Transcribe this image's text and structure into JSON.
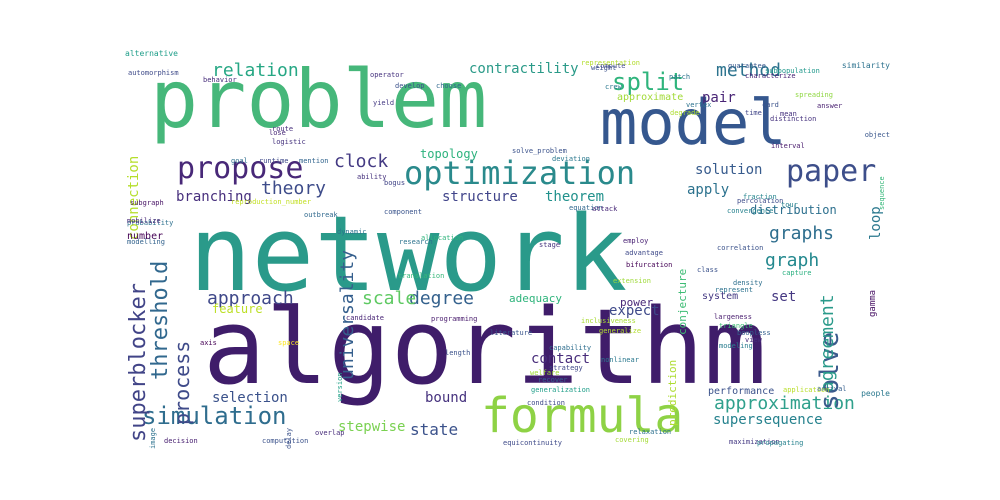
{
  "words": [
    {
      "text": "network",
      "color": "#2a9a8a"
    },
    {
      "text": "algorithm",
      "color": "#3f1d6a"
    },
    {
      "text": "problem",
      "color": "#46b77a"
    },
    {
      "text": "model",
      "color": "#35578e"
    },
    {
      "text": "formula",
      "color": "#8ed245"
    },
    {
      "text": "optimization",
      "color": "#2a8a8c"
    },
    {
      "text": "paper",
      "color": "#3d4e8a"
    },
    {
      "text": "propose",
      "color": "#482878"
    },
    {
      "text": "simulation",
      "color": "#2f6d8e"
    },
    {
      "text": "approximation",
      "color": "#2fa08c"
    },
    {
      "text": "solve",
      "color": "#3b5a8c"
    },
    {
      "text": "threshold",
      "color": "#31688e"
    },
    {
      "text": "superblocker",
      "color": "#414487"
    },
    {
      "text": "process",
      "color": "#3e4a89"
    },
    {
      "text": "universality",
      "color": "#355f8d"
    },
    {
      "text": "agreement",
      "color": "#2a9a8a"
    },
    {
      "text": "graphs",
      "color": "#2e6e8e"
    },
    {
      "text": "graph",
      "color": "#23888e"
    },
    {
      "text": "theory",
      "color": "#3e4c8a"
    },
    {
      "text": "clock",
      "color": "#443a83"
    },
    {
      "text": "split",
      "color": "#2fb47c"
    },
    {
      "text": "method",
      "color": "#2c738e"
    },
    {
      "text": "relation",
      "color": "#26a784"
    },
    {
      "text": "contractility",
      "color": "#2a9a88"
    },
    {
      "text": "structure",
      "color": "#40448a"
    },
    {
      "text": "theorem",
      "color": "#21918c"
    },
    {
      "text": "approach",
      "color": "#3f4889"
    },
    {
      "text": "degree",
      "color": "#34618d"
    },
    {
      "text": "scale",
      "color": "#5ec962"
    },
    {
      "text": "state",
      "color": "#3b528b"
    },
    {
      "text": "stepwise",
      "color": "#7ad151"
    },
    {
      "text": "supersequence",
      "color": "#26828e"
    },
    {
      "text": "contact",
      "color": "#472c7a"
    },
    {
      "text": "bound",
      "color": "#46327e"
    },
    {
      "text": "selection",
      "color": "#3b528b"
    },
    {
      "text": "pair",
      "color": "#482475"
    },
    {
      "text": "solution",
      "color": "#375b8d"
    },
    {
      "text": "apply",
      "color": "#2c728e"
    },
    {
      "text": "expect",
      "color": "#3e4989"
    },
    {
      "text": "set",
      "color": "#453882"
    },
    {
      "text": "branching",
      "color": "#472f7d"
    },
    {
      "text": "distribution",
      "color": "#2d708e"
    },
    {
      "text": "connection",
      "color": "#b5de2b"
    },
    {
      "text": "loop",
      "color": "#2a788e"
    },
    {
      "text": "approximate",
      "color": "#a2da37"
    },
    {
      "text": "topology",
      "color": "#2db27d"
    },
    {
      "text": "adequacy",
      "color": "#2fb47c"
    },
    {
      "text": "power",
      "color": "#482878"
    },
    {
      "text": "system",
      "color": "#443983"
    },
    {
      "text": "performance",
      "color": "#3b528b"
    },
    {
      "text": "conjecture",
      "color": "#3dbc74"
    },
    {
      "text": "prediction",
      "color": "#addc30"
    },
    {
      "text": "number",
      "color": "#440154"
    },
    {
      "text": "feature",
      "color": "#bddf26"
    },
    {
      "text": "gamma",
      "color": "#471164"
    },
    {
      "text": "people",
      "color": "#2a788e"
    },
    {
      "text": "similarity",
      "color": "#2c728e"
    },
    {
      "text": "automorphism",
      "color": "#3e4a89"
    },
    {
      "text": "behavior",
      "color": "#472d7b"
    },
    {
      "text": "operator",
      "color": "#46337e"
    },
    {
      "text": "compute",
      "color": "#404588"
    },
    {
      "text": "guarantee",
      "color": "#38588c"
    },
    {
      "text": "subpopulation",
      "color": "#1f988b"
    },
    {
      "text": "sequence",
      "color": "#35b779"
    },
    {
      "text": "develop",
      "color": "#3b528b"
    },
    {
      "text": "choose",
      "color": "#31688e"
    },
    {
      "text": "yield",
      "color": "#443983"
    },
    {
      "text": "answer",
      "color": "#481f70"
    },
    {
      "text": "object",
      "color": "#39568c"
    },
    {
      "text": "solve_problem",
      "color": "#3b528b"
    },
    {
      "text": "deviation",
      "color": "#2a788e"
    },
    {
      "text": "probability",
      "color": "#2d708e"
    },
    {
      "text": "modelling",
      "color": "#33638d"
    },
    {
      "text": "subgraph",
      "color": "#471365"
    },
    {
      "text": "dynamic",
      "color": "#2c738e"
    },
    {
      "text": "allocation",
      "color": "#2fb47c"
    },
    {
      "text": "stage",
      "color": "#46327e"
    },
    {
      "text": "employ",
      "color": "#482173"
    },
    {
      "text": "advantage",
      "color": "#3e4989"
    },
    {
      "text": "bifurcation",
      "color": "#440154"
    },
    {
      "text": "correlation",
      "color": "#3b528b"
    },
    {
      "text": "convergence",
      "color": "#26828e"
    },
    {
      "text": "percolation",
      "color": "#3e4c8a"
    },
    {
      "text": "capture",
      "color": "#29af7f"
    },
    {
      "text": "density",
      "color": "#2e6f8e"
    },
    {
      "text": "translation",
      "color": "#35b779"
    },
    {
      "text": "literature",
      "color": "#39558c"
    },
    {
      "text": "programming",
      "color": "#481b6d"
    },
    {
      "text": "candidate",
      "color": "#482475"
    },
    {
      "text": "version",
      "color": "#1fa187"
    },
    {
      "text": "research",
      "color": "#2c738e"
    },
    {
      "text": "component",
      "color": "#3a548c"
    },
    {
      "text": "equation",
      "color": "#31688e"
    },
    {
      "text": "attack",
      "color": "#482878"
    },
    {
      "text": "fraction",
      "color": "#25858e"
    },
    {
      "text": "spreading",
      "color": "#90d743"
    },
    {
      "text": "largeness",
      "color": "#481c6e"
    },
    {
      "text": "triangle",
      "color": "#3dbc74"
    },
    {
      "text": "inclusiveness",
      "color": "#a8db34"
    },
    {
      "text": "boopless",
      "color": "#34608d"
    },
    {
      "text": "generalize",
      "color": "#b2dd2d"
    },
    {
      "text": "represent",
      "color": "#2c728e"
    },
    {
      "text": "capability",
      "color": "#2e6e8e"
    },
    {
      "text": "modeling",
      "color": "#287d8e"
    },
    {
      "text": "strategy",
      "color": "#3f4889"
    },
    {
      "text": "view",
      "color": "#472f7d"
    },
    {
      "text": "nonlinear",
      "color": "#2a788e"
    },
    {
      "text": "length",
      "color": "#3b528b"
    },
    {
      "text": "welfare",
      "color": "#a0da39"
    },
    {
      "text": "recover",
      "color": "#34618d"
    },
    {
      "text": "generalization",
      "color": "#1f9e89"
    },
    {
      "text": "application",
      "color": "#b8de29"
    },
    {
      "text": "arrival",
      "color": "#355f8d"
    },
    {
      "text": "condition",
      "color": "#3e4989"
    },
    {
      "text": "overlap",
      "color": "#472c7a"
    },
    {
      "text": "decision",
      "color": "#482071"
    },
    {
      "text": "computation",
      "color": "#3b528b"
    },
    {
      "text": "equicontinuity",
      "color": "#3e4a89"
    },
    {
      "text": "covering",
      "color": "#a5db36"
    },
    {
      "text": "relaxation",
      "color": "#2d708e"
    },
    {
      "text": "maximization",
      "color": "#443983"
    },
    {
      "text": "propagating",
      "color": "#26828e"
    },
    {
      "text": "space",
      "color": "#fde725"
    },
    {
      "text": "delay",
      "color": "#3b528b"
    },
    {
      "text": "image",
      "color": "#2c728e"
    },
    {
      "text": "axis",
      "color": "#440154"
    },
    {
      "text": "logistic",
      "color": "#46337e"
    },
    {
      "text": "goal",
      "color": "#2e6e8e"
    },
    {
      "text": "runtime",
      "color": "#3e4989"
    },
    {
      "text": "mention",
      "color": "#32658e"
    },
    {
      "text": "route",
      "color": "#472f7d"
    },
    {
      "text": "ability",
      "color": "#46327e"
    },
    {
      "text": "bogus",
      "color": "#414487"
    },
    {
      "text": "reproduction_number",
      "color": "#c2df23"
    },
    {
      "text": "outbreak",
      "color": "#30698e"
    },
    {
      "text": "mobilize",
      "color": "#482677"
    },
    {
      "text": "weight",
      "color": "#3b528b"
    },
    {
      "text": "patch",
      "color": "#2c728e"
    },
    {
      "text": "characterize",
      "color": "#482475"
    },
    {
      "text": "representation",
      "color": "#b2dd2d"
    },
    {
      "text": "card",
      "color": "#3b528b"
    },
    {
      "text": "mean",
      "color": "#46327e"
    },
    {
      "text": "lose",
      "color": "#482878"
    },
    {
      "text": "crew",
      "color": "#2a788e"
    },
    {
      "text": "degrade",
      "color": "#addc30"
    },
    {
      "text": "vertex",
      "color": "#2c728e"
    },
    {
      "text": "interval",
      "color": "#481a6c"
    },
    {
      "text": "class",
      "color": "#3b528b"
    },
    {
      "text": "extension",
      "color": "#9fda3a"
    },
    {
      "text": "tour",
      "color": "#26828e"
    },
    {
      "text": "time",
      "color": "#404588"
    },
    {
      "text": "distinction",
      "color": "#46327e"
    },
    {
      "text": "alternative",
      "color": "#1f9e89"
    }
  ]
}
